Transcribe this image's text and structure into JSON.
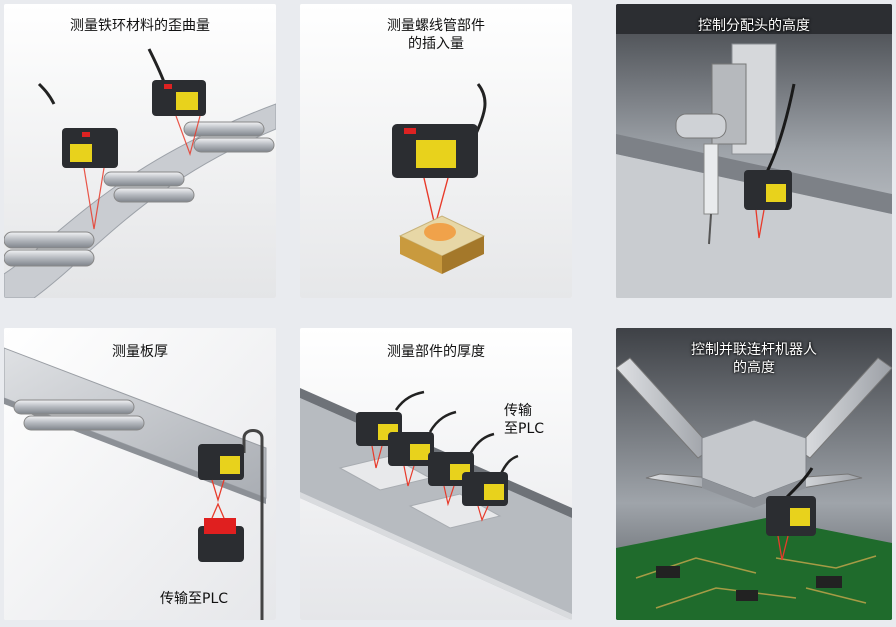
{
  "panels": [
    {
      "caption": [
        "测量铁环材料的歪曲量"
      ]
    },
    {
      "caption": [
        "测量螺线管部件",
        "的插入量"
      ]
    },
    {
      "caption": [
        "控制分配头的高度"
      ]
    },
    {
      "caption": [
        "测量板厚"
      ],
      "note": [
        "传输至PLC"
      ]
    },
    {
      "caption": [
        "测量部件的厚度"
      ],
      "note": [
        "传输",
        "至PLC"
      ]
    },
    {
      "caption": [
        "控制并联连杆机器人",
        "的高度"
      ]
    }
  ],
  "colors": {
    "sensor_body": "#2b2d31",
    "sensor_label": "#e8d21c",
    "laser": "#e83a2a",
    "pcb": "#1f6b2c"
  }
}
